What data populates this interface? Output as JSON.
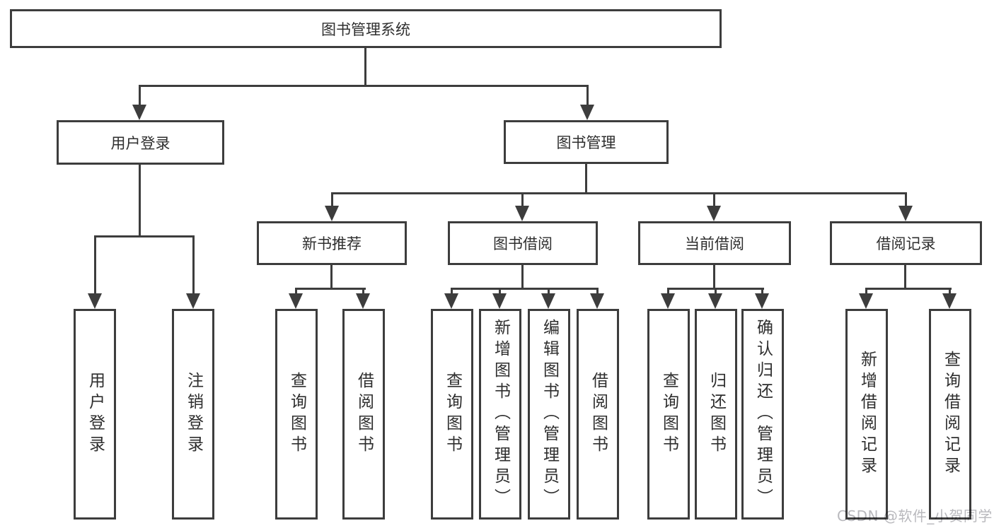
{
  "diagram": {
    "root": "图书管理系统",
    "level2": {
      "user_login": "用户登录",
      "book_mgmt": "图书管理"
    },
    "level3": {
      "new_book": "新书推荐",
      "book_borrow": "图书借阅",
      "current_borrow": "当前借阅",
      "borrow_record": "借阅记录"
    },
    "leaves": {
      "user_login": [
        "用户登录",
        "注销登录"
      ],
      "new_book": [
        "查询图书",
        "借阅图书"
      ],
      "book_borrow": [
        "查询图书",
        "新增图书（管理员）",
        "编辑图书（管理员）",
        "借阅图书"
      ],
      "current_borrow": [
        "查询图书",
        "归还图书",
        "确认归还（管理员）"
      ],
      "borrow_record": [
        "新增借阅记录",
        "查询借阅记录"
      ]
    }
  },
  "watermark": "CSDN @软件_小贺同学",
  "colors": {
    "line": "#3d3d3d",
    "text": "#2e2e2e",
    "watermark": "#b9b9bd",
    "background": "#ffffff"
  }
}
